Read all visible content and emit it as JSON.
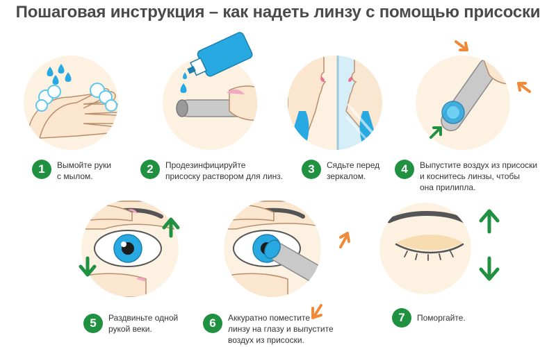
{
  "title": "Пошаговая инструкция – как надеть линзу с помощью присоски",
  "colors": {
    "step_badge": "#1f9140",
    "arrow_orange": "#f08a3a",
    "arrow_green": "#1f9140",
    "skin": "#fbe6cf",
    "circle_bg": "#fdf1e2",
    "iris": "#29a9e1"
  },
  "steps": [
    {
      "number": "1",
      "lines": [
        "Вымойте руки",
        "с мылом."
      ],
      "icon": "hands-washing-icon"
    },
    {
      "number": "2",
      "lines": [
        "Продезинфицируйте",
        "присоску раствором для линз."
      ],
      "icon": "disinfect-plunger-icon"
    },
    {
      "number": "3",
      "lines": [
        "Сядьте перед",
        "зеркалом."
      ],
      "icon": "mirror-icon"
    },
    {
      "number": "4",
      "lines": [
        "Выпустите воздух из присоски",
        "и коснитесь линзы, чтобы",
        "она прилипла."
      ],
      "icon": "plunger-lens-icon"
    },
    {
      "number": "5",
      "lines": [
        "Раздвиньте одной",
        "рукой веки."
      ],
      "icon": "open-eyelids-icon"
    },
    {
      "number": "6",
      "lines": [
        "Аккуратно поместите",
        "линзу на глазу и выпустите",
        "воздух из присоски."
      ],
      "icon": "insert-lens-icon"
    },
    {
      "number": "7",
      "lines": [
        "Поморгайте."
      ],
      "icon": "blink-icon"
    }
  ]
}
